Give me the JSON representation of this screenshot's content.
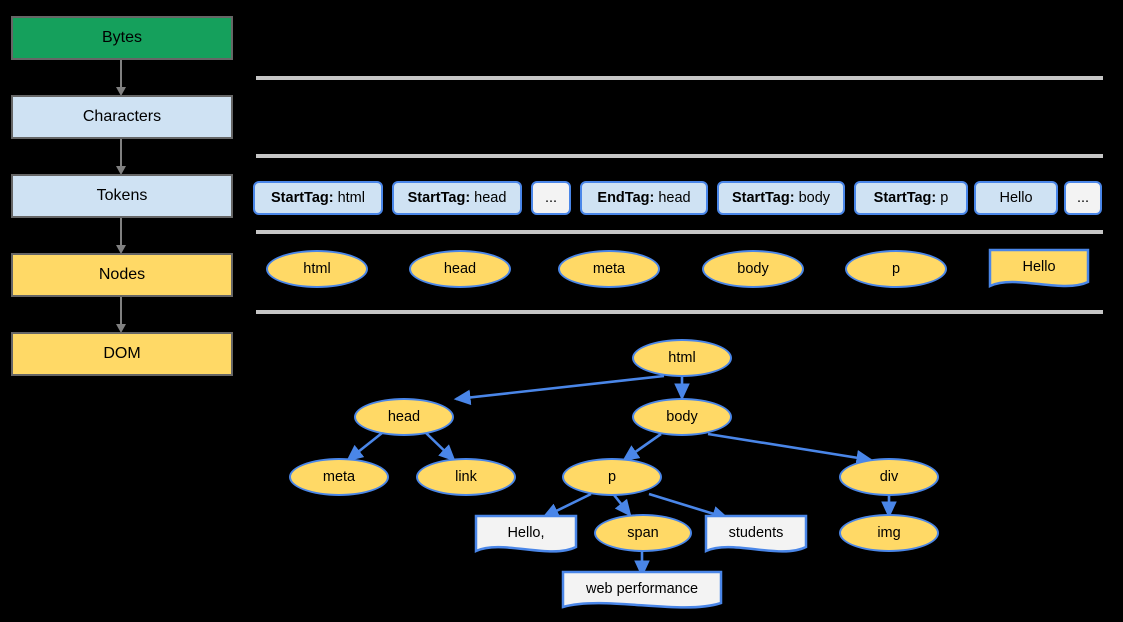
{
  "pipeline": {
    "steps": [
      {
        "label": "Bytes",
        "style": "green"
      },
      {
        "label": "Characters",
        "style": "blue"
      },
      {
        "label": "Tokens",
        "style": "blue"
      },
      {
        "label": "Nodes",
        "style": "yellow"
      },
      {
        "label": "DOM",
        "style": "yellow"
      }
    ]
  },
  "tokens_row": {
    "items": [
      {
        "key": "StartTag:",
        "value": "html",
        "plain": false
      },
      {
        "key": "StartTag:",
        "value": "head",
        "plain": false
      },
      {
        "key": "",
        "value": "...",
        "plain": true
      },
      {
        "key": "EndTag:",
        "value": "head",
        "plain": false
      },
      {
        "key": "StartTag:",
        "value": "body",
        "plain": false
      },
      {
        "key": "StartTag:",
        "value": "p",
        "plain": false
      },
      {
        "key": "",
        "value": "Hello",
        "plain": false
      },
      {
        "key": "",
        "value": "...",
        "plain": true
      }
    ]
  },
  "nodes_row": {
    "items": [
      {
        "label": "html",
        "shape": "ellipse"
      },
      {
        "label": "head",
        "shape": "ellipse"
      },
      {
        "label": "meta",
        "shape": "ellipse"
      },
      {
        "label": "body",
        "shape": "ellipse"
      },
      {
        "label": "p",
        "shape": "ellipse"
      },
      {
        "label": "Hello",
        "shape": "text"
      }
    ]
  },
  "dom_tree": {
    "nodes": [
      {
        "label": "html",
        "shape": "element"
      },
      {
        "label": "head",
        "shape": "element"
      },
      {
        "label": "body",
        "shape": "element"
      },
      {
        "label": "meta",
        "shape": "element"
      },
      {
        "label": "link",
        "shape": "element"
      },
      {
        "label": "p",
        "shape": "element"
      },
      {
        "label": "div",
        "shape": "element"
      },
      {
        "label": "Hello,",
        "shape": "text"
      },
      {
        "label": "span",
        "shape": "element"
      },
      {
        "label": "students",
        "shape": "text"
      },
      {
        "label": "img",
        "shape": "element"
      },
      {
        "label": "web performance",
        "shape": "text"
      }
    ]
  },
  "colors": {
    "background": "#000000",
    "green": "#15a05c",
    "blue_fill": "#cfe2f3",
    "yellow_fill": "#ffd966",
    "edge_blue": "#4a86e8",
    "gray_border": "#666666",
    "separator": "#c6c6c6",
    "text_node_fill": "#f3f3f3"
  }
}
